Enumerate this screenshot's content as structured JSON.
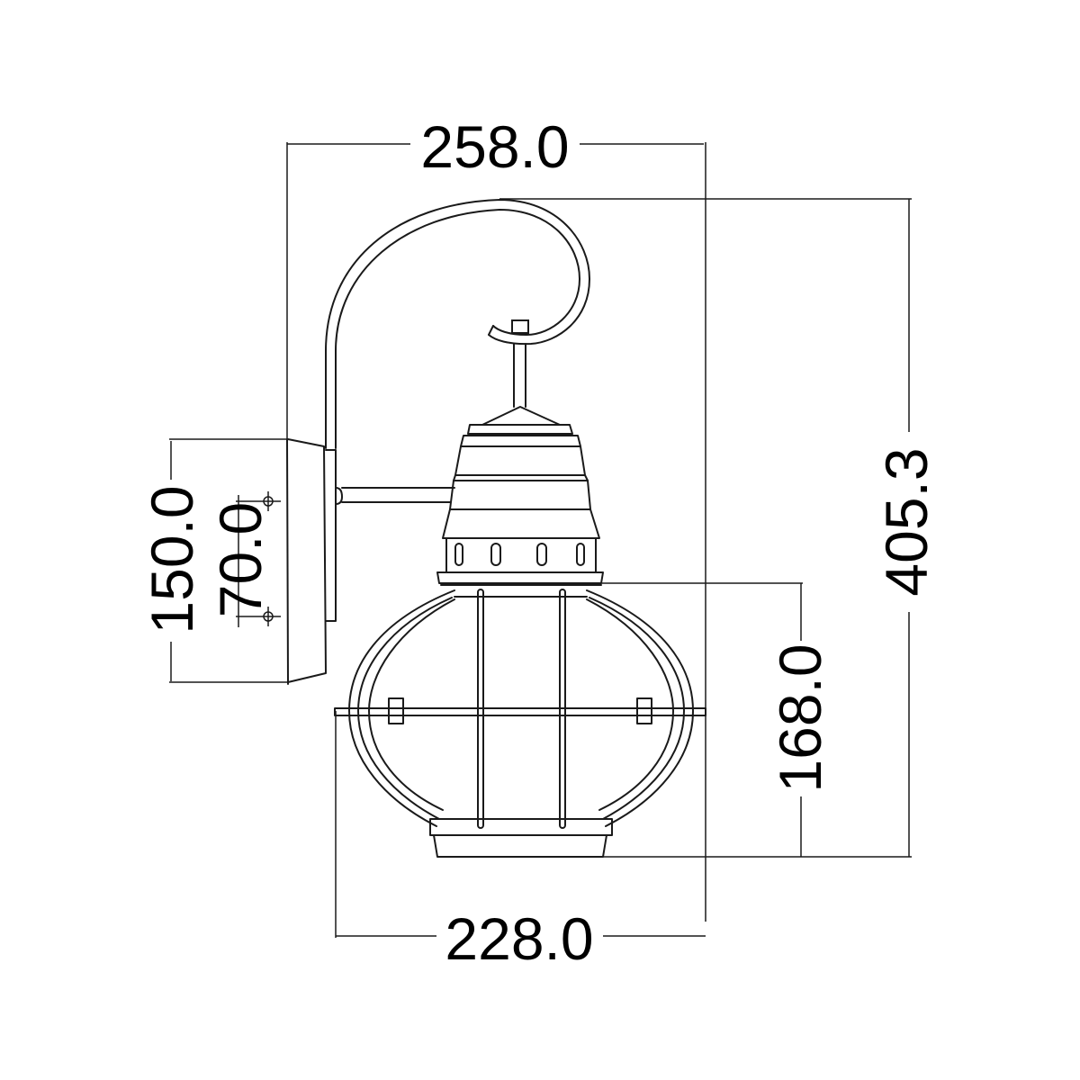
{
  "drawing": {
    "subject": "Wall lantern with scroll arm - dimension drawing",
    "line_color": "#1a1a1a",
    "background": "#ffffff"
  },
  "dimensions": {
    "overall_width": {
      "label": "258.0",
      "orientation": "horizontal",
      "position": "top"
    },
    "overall_height": {
      "label": "405.3",
      "orientation": "vertical",
      "position": "right"
    },
    "lantern_width": {
      "label": "228.0",
      "orientation": "horizontal",
      "position": "bottom"
    },
    "globe_height": {
      "label": "168.0",
      "orientation": "vertical",
      "position": "right-inner"
    },
    "backplate_height": {
      "label": "150.0",
      "orientation": "vertical",
      "position": "left"
    },
    "mounting_hole_spacing": {
      "label": "70.0",
      "orientation": "vertical",
      "position": "left-inner"
    }
  }
}
